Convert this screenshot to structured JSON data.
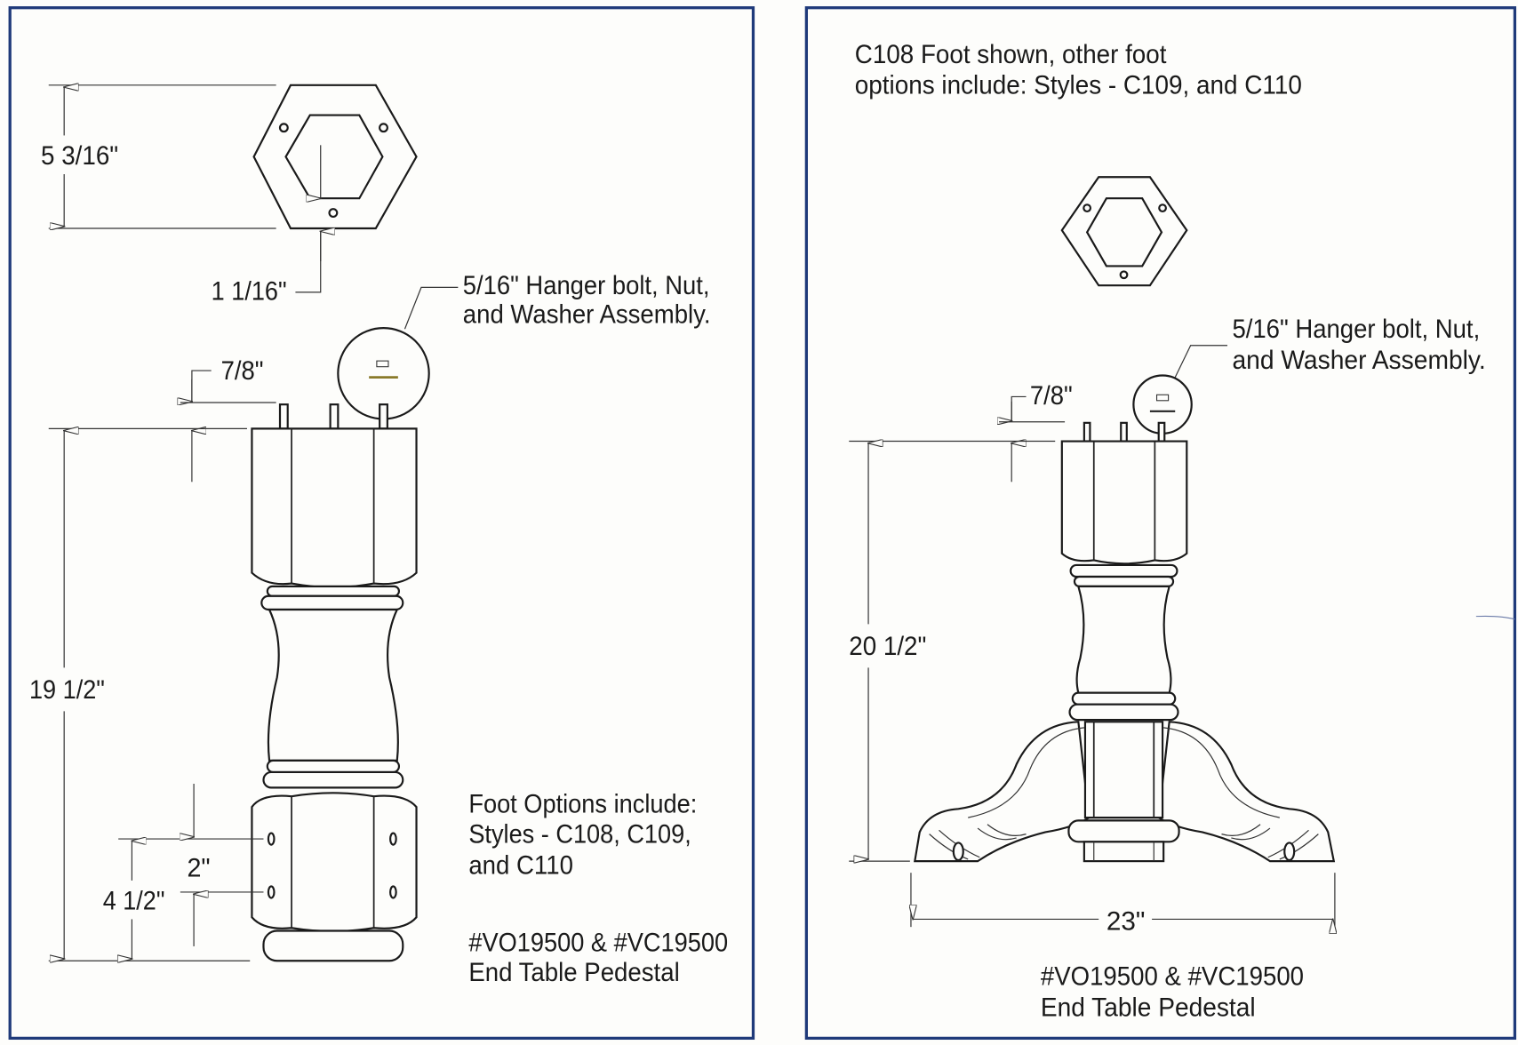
{
  "left_panel": {
    "dim_hex_height": "5 3/16\"",
    "dim_hex_offset": "1 1/16\"",
    "callout": [
      "5/16\" Hanger bolt, Nut,",
      "and Washer Assembly."
    ],
    "dim_bolt": "7/8\"",
    "dim_height": "19 1/2\"",
    "dim_hole_spacing": "2\"",
    "dim_hole_base": "4 1/2\"",
    "foot_options": [
      "Foot Options include:",
      "Styles - C108, C109,",
      "and C110"
    ],
    "product": [
      "#VO19500 & #VC19500",
      "End Table Pedestal"
    ]
  },
  "right_panel": {
    "note": [
      "C108 Foot shown, other foot",
      "options include: Styles - C109, and C110"
    ],
    "callout": [
      "5/16\" Hanger bolt, Nut,",
      "and Washer Assembly."
    ],
    "dim_bolt": "7/8\"",
    "dim_height": "20 1/2\"",
    "dim_width": "23\"",
    "product": [
      "#VO19500 & #VC19500",
      "End Table Pedestal"
    ]
  },
  "colors": {
    "frame": "#1f3a7a",
    "washer": "#8a7a2a"
  }
}
